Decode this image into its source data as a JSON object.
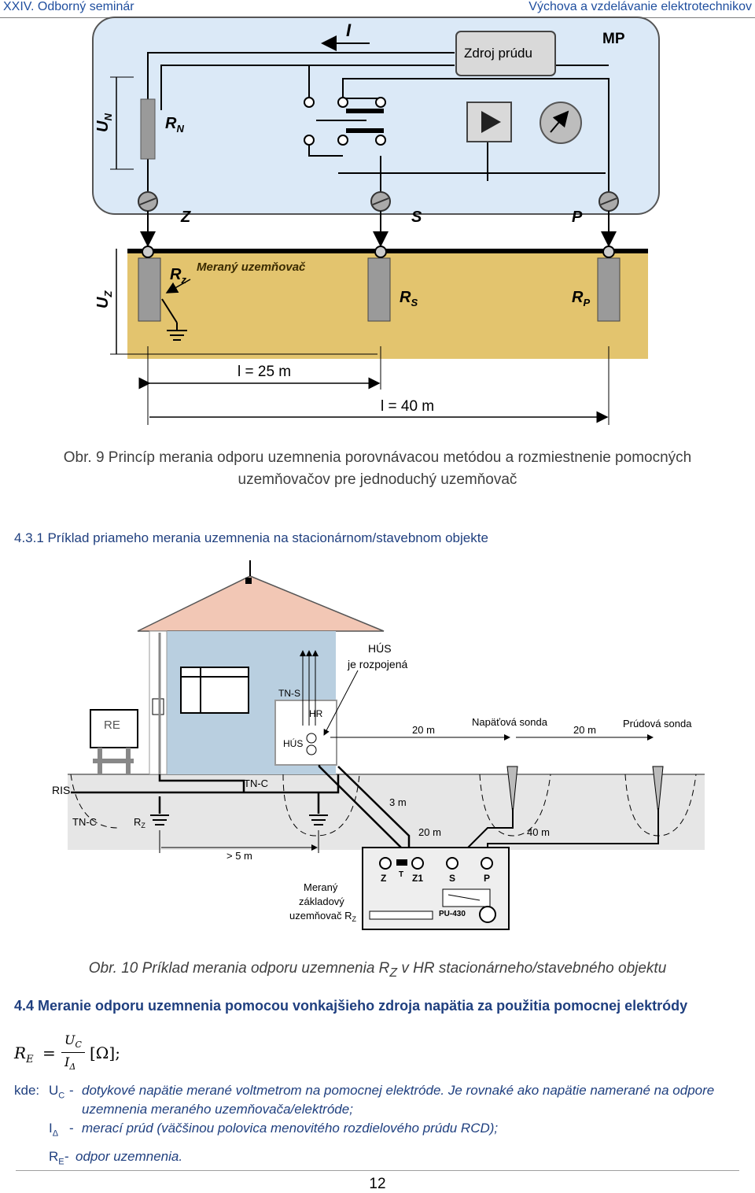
{
  "header": {
    "left": "XXIV. Odborný seminár",
    "right": "Výchova a vzdelávanie elektrotechnikov"
  },
  "fig9": {
    "I": "I",
    "source": "Zdroj prúdu",
    "mp": "MP",
    "un": "U",
    "un_sub": "N",
    "rn": "R",
    "rn_sub": "N",
    "terminal_z": "Z",
    "terminal_s": "S",
    "terminal_p": "P",
    "rz": "R",
    "rz_sub": "z",
    "measured": "Meraný uzemňovač",
    "rs": "R",
    "rs_sub": "S",
    "rp": "R",
    "rp_sub": "P",
    "uz": "U",
    "uz_sub": "Z",
    "l25": "l = 25 m",
    "l40": "l = 40 m",
    "caption_line1": "Obr. 9 Princíp merania odporu uzemnenia porovnávacou metódou a rozmiestnenie pomocných",
    "caption_line2": "uzemňovačov pre jednoduchý uzemňovač"
  },
  "section_431": "4.3.1 Príklad priameho merania uzemnenia na stacionárnom/stavebnom objekte",
  "fig10": {
    "hus_open_1": "HÚS",
    "hus_open_2": "je rozpojená",
    "tns": "TN-S",
    "hr": "HR",
    "hus": "HÚS",
    "re": "RE",
    "d20a": "20 m",
    "volt_probe": "Napäťová sonda",
    "d20b": "20 m",
    "curr_probe": "Prúdová sonda",
    "ris": "RIS",
    "tnc_top": "TN-C",
    "tnc_left": "TN-C",
    "rz": "R",
    "rz_sub": "Z",
    "d3": "3 m",
    "d20c": "20 m",
    "d40": "40 m",
    "gt5": "> 5 m",
    "meas1": "Meraný",
    "meas2": "základový",
    "meas3": "uzemňovač R",
    "meas3_sub": "Z",
    "inst_z": "Z",
    "inst_t": "T",
    "inst_z1": "Z1",
    "inst_s": "S",
    "inst_p": "P",
    "inst_name": "PU-430",
    "caption_pre": "Obr. 10 Príklad merania odporu uzemnenia R",
    "caption_sub": "Z",
    "caption_post": " v HR stacionárneho/stavebného objektu"
  },
  "section_44": "4.4 Meranie odporu uzemnenia pomocou vonkajšieho zdroja napätia za použitia pomocnej elektródy",
  "formula": {
    "lhs": "R",
    "lhs_sub": "E",
    "eq": "=",
    "num": "U",
    "num_sub": "C",
    "den": "I",
    "den_sub": "Δ",
    "unit": "[Ω];"
  },
  "defs": {
    "kde": "kde:",
    "uc": "U",
    "uc_sub": "C",
    "uc_dash": "-",
    "uc_text1": "dotykové napätie merané voltmetrom na pomocnej elektróde. Je rovnaké ako napätie namerané na odpore",
    "uc_text2": "uzemnenia meraného uzemňovača/elektróde;",
    "id": "I",
    "id_sub": "Δ",
    "id_dash": "-",
    "id_text": "merací prúd (väčšinou polovica menovitého rozdielového prúdu RCD);",
    "re": "R",
    "re_sub": "E",
    "re_dash": "-",
    "re_text": "odpor uzemnenia."
  },
  "page_number": "12"
}
